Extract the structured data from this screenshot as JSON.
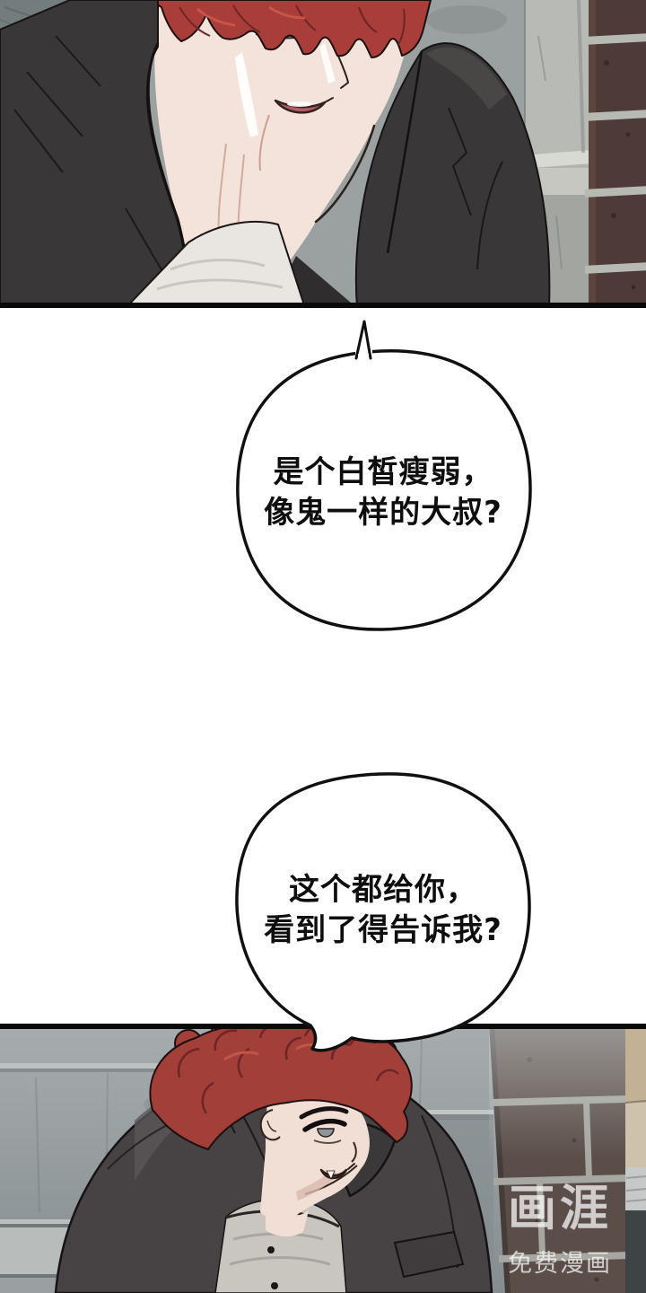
{
  "page": {
    "type": "webtoon-comic-page",
    "description": "Vertical webtoon page: two illustrated panels of a red-haired young man in a dark jacket, separated by white space holding two speech bubbles"
  },
  "panels": {
    "top": {
      "description": "Close-up of red-haired man glancing aside, concrete wall and brick column behind"
    },
    "bottom": {
      "description": "Red-haired man leaning forward on concrete stairs beside a dark brick pillar"
    }
  },
  "bubbles": {
    "first": {
      "line1": "是个白皙瘦弱，",
      "line2": "像鬼一样的大叔?"
    },
    "second": {
      "line1": "这个都给你，",
      "line2": "看到了得告诉我?"
    }
  },
  "watermark": {
    "logo": "画涯",
    "tagline": "免费漫画"
  },
  "colors": {
    "hair": "#a83d3a",
    "jacket": "#3a3738",
    "skin": "#f4e3da",
    "tshirt_top": "#e9e6e1",
    "tshirt_bottom": "#c9c5bf",
    "wall_top_panel": "#9ba1a1",
    "wall_bottom_panel": "#8f979a",
    "brick_top_panel": "#4e3a37",
    "brick_pillar": "#5b4e49",
    "bubble_fill": "#ffffff",
    "bubble_stroke": "#101010",
    "panel_border": "#0a0a0a",
    "watermark_text": "rgba(255,255,255,0.72)"
  }
}
